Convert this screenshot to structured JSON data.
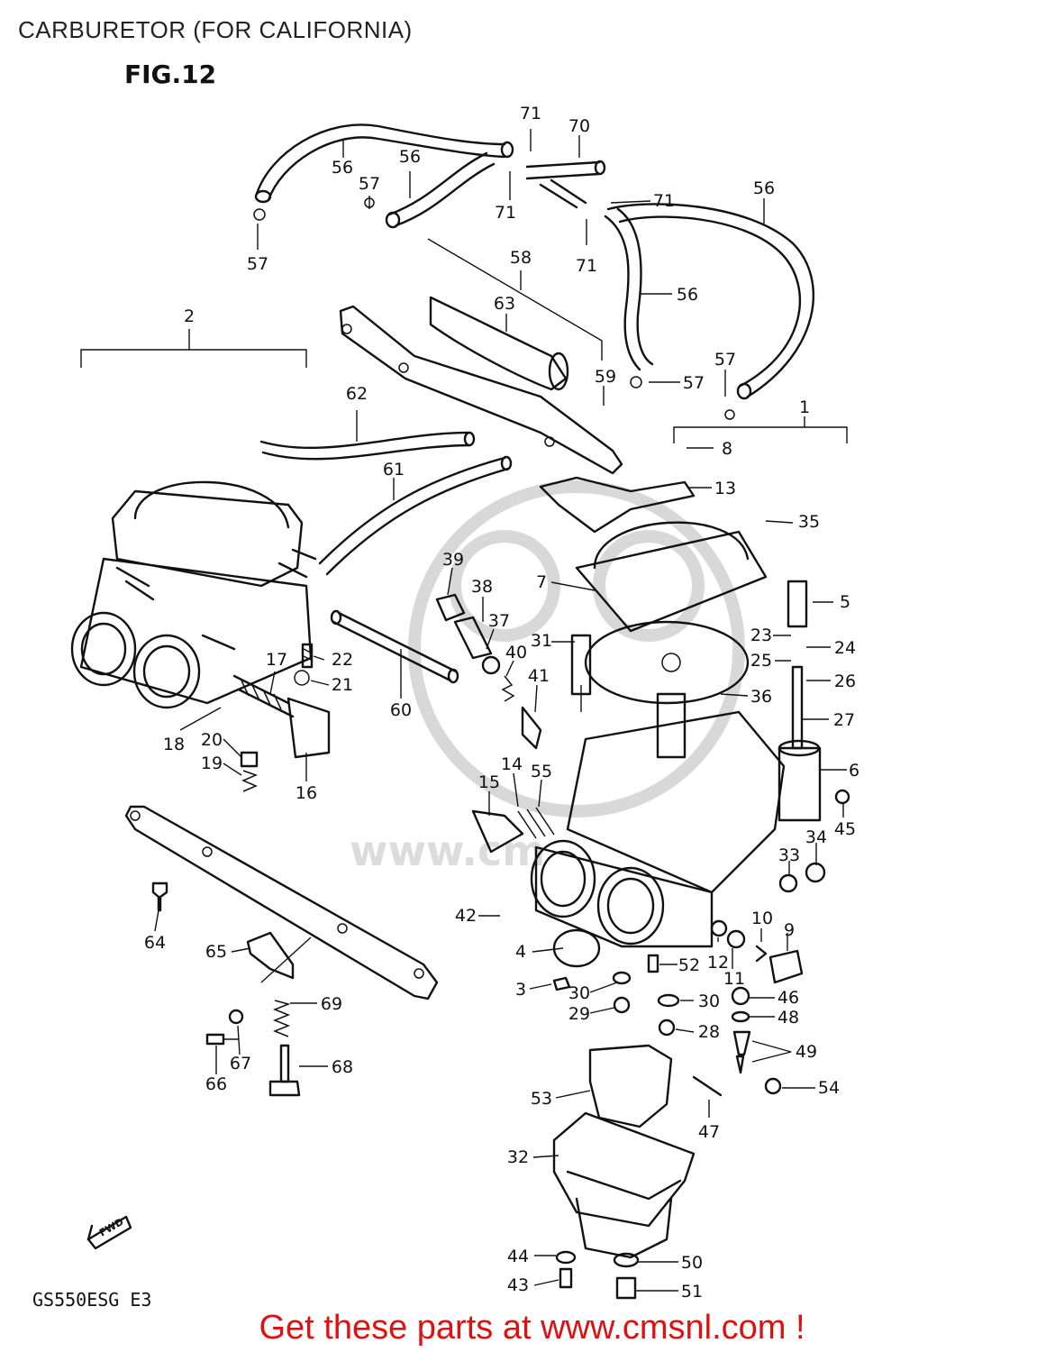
{
  "page": {
    "title": "CARBURETOR (FOR CALIFORNIA)",
    "figure": "FIG.12",
    "model_code": "GS550ESG E3",
    "promo": "Get these parts at www.cmsnl.com !",
    "watermark": "www.cm",
    "fwd_label": "FWD"
  },
  "callouts": [
    "1",
    "2",
    "3",
    "4",
    "5",
    "6",
    "7",
    "8",
    "9",
    "10",
    "11",
    "12",
    "13",
    "14",
    "15",
    "16",
    "17",
    "18",
    "19",
    "20",
    "21",
    "22",
    "23",
    "24",
    "25",
    "26",
    "27",
    "28",
    "29",
    "30",
    "31",
    "32",
    "33",
    "34",
    "35",
    "36",
    "37",
    "38",
    "39",
    "40",
    "41",
    "42",
    "43",
    "44",
    "45",
    "46",
    "47",
    "48",
    "49",
    "50",
    "51",
    "52",
    "53",
    "54",
    "55",
    "56",
    "57",
    "58",
    "59",
    "60",
    "61",
    "62",
    "63",
    "64",
    "65",
    "66",
    "67",
    "68",
    "69",
    "70",
    "71"
  ]
}
